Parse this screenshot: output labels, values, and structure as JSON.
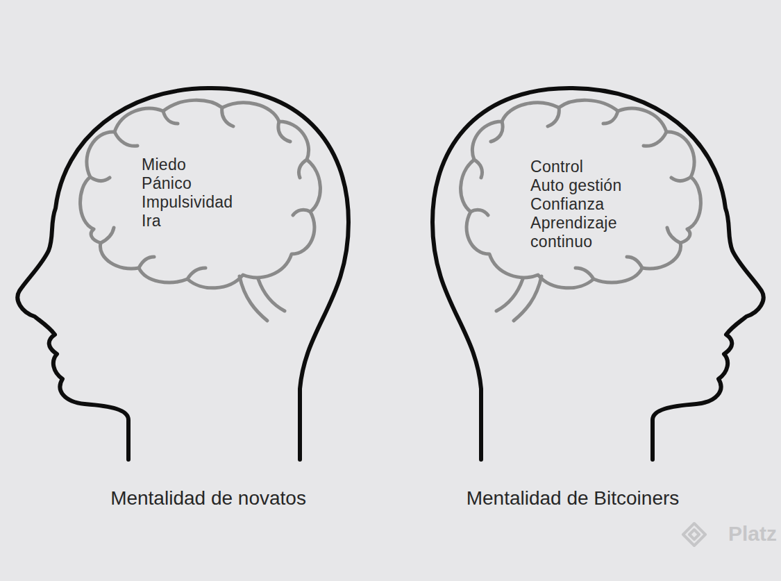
{
  "diagram": {
    "nodes": [
      {
        "text": [
          "Miedo",
          "Pánico",
          "Impulsividad",
          "Ira"
        ]
      },
      {
        "text": [
          "Control",
          "Auto gestión",
          "Confianza",
          "Aprendizaje continuo"
        ]
      }
    ],
    "labels": [
      "Mentalidad de novatos",
      "Mentalidad de Bitcoiners",
      "Platz"
    ]
  }
}
